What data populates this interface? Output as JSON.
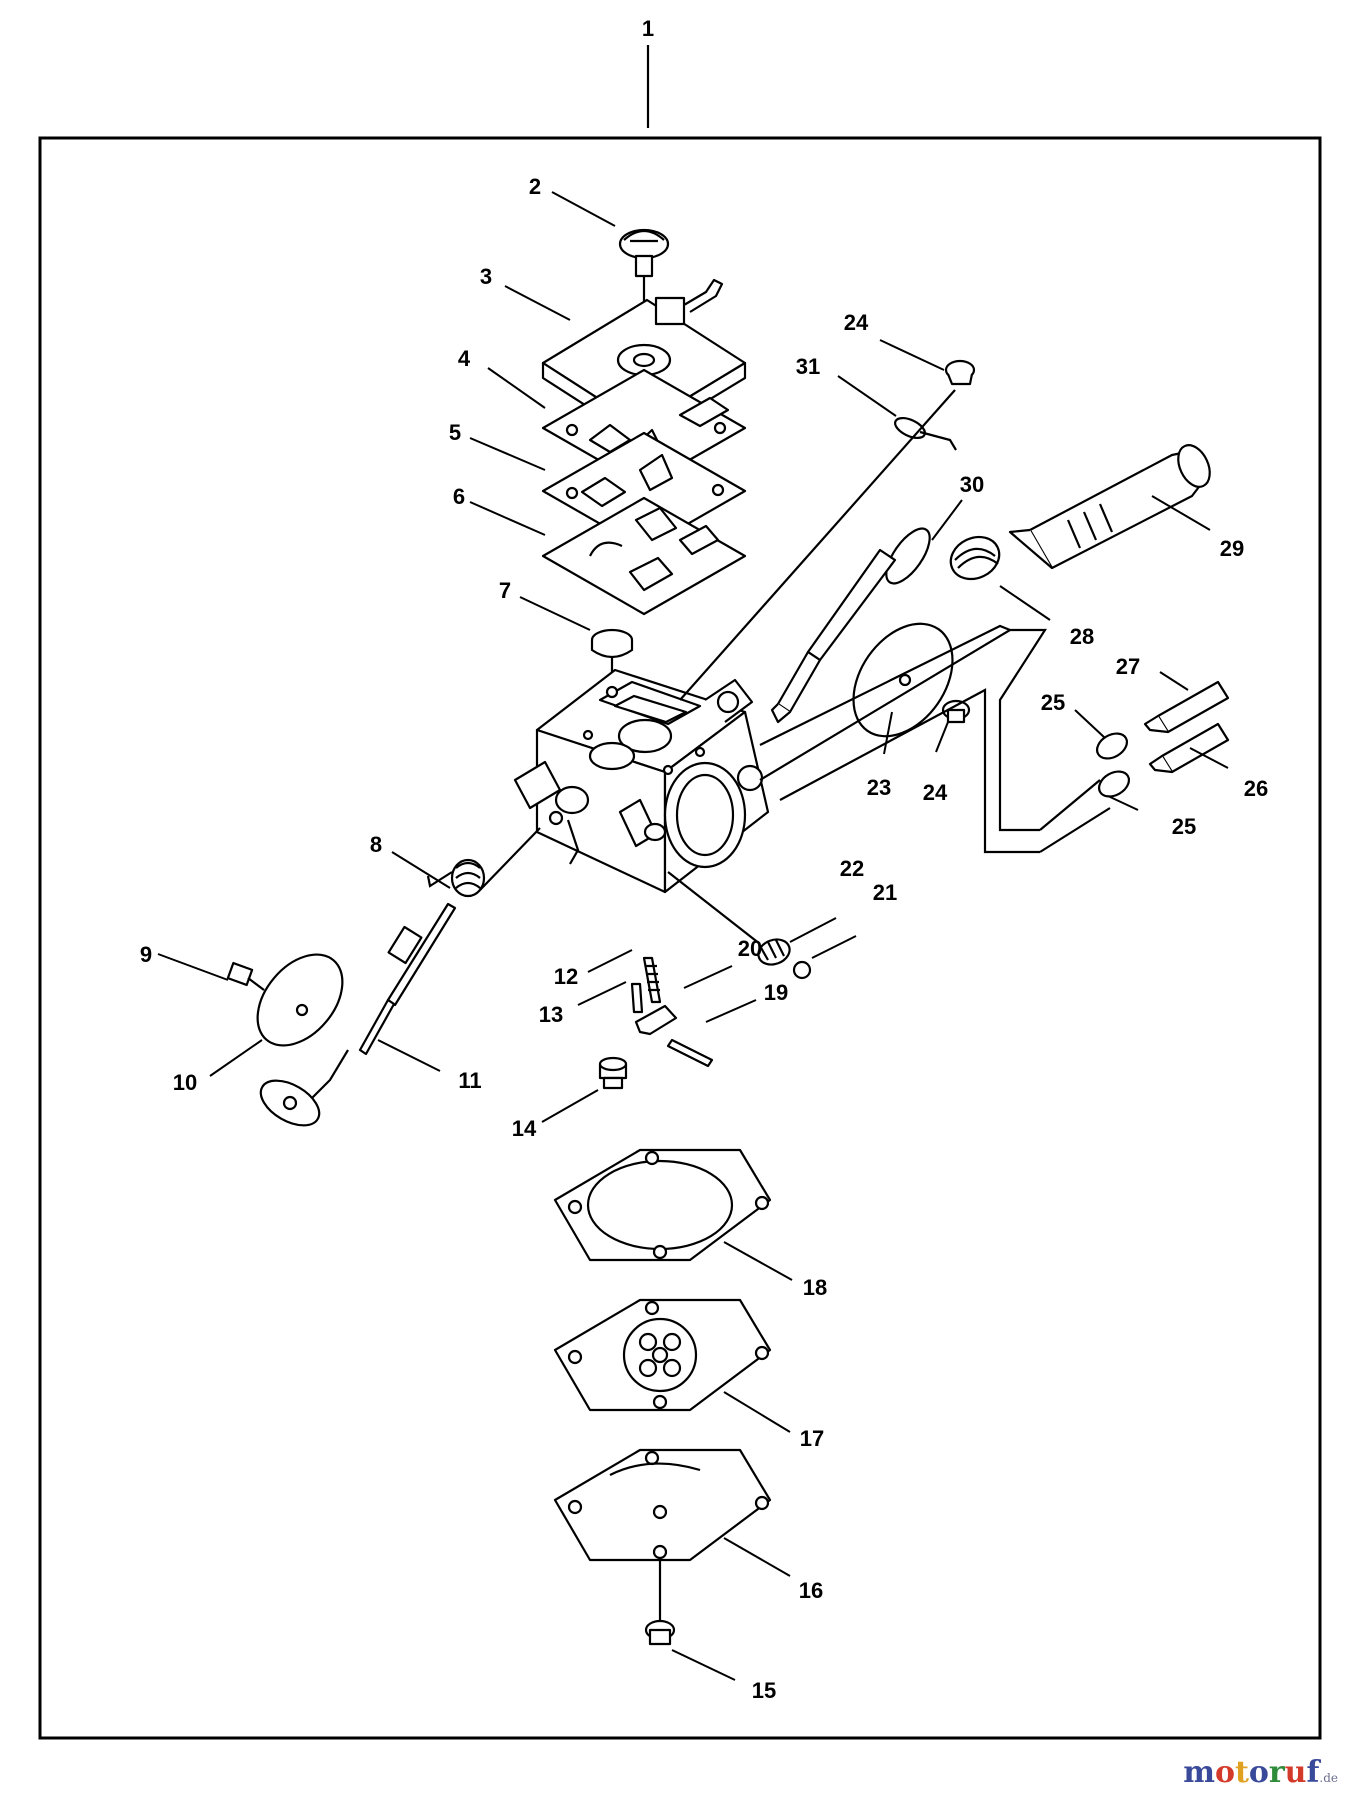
{
  "callouts": [
    "1",
    "2",
    "3",
    "4",
    "5",
    "6",
    "7",
    "8",
    "9",
    "10",
    "11",
    "12",
    "13",
    "14",
    "15",
    "16",
    "17",
    "18",
    "19",
    "20",
    "21",
    "22",
    "23",
    "24",
    "24",
    "25",
    "25",
    "26",
    "27",
    "28",
    "29",
    "30",
    "31"
  ],
  "watermark": {
    "letters": [
      {
        "char": "m",
        "color": "#3a4a9a"
      },
      {
        "char": "o",
        "color": "#d43a2a"
      },
      {
        "char": "t",
        "color": "#e0a020"
      },
      {
        "char": "o",
        "color": "#3a4a9a"
      },
      {
        "char": "r",
        "color": "#2e8b3a"
      },
      {
        "char": "u",
        "color": "#d43a2a"
      },
      {
        "char": "f",
        "color": "#3a4a9a"
      }
    ],
    "suffix": ".de"
  }
}
